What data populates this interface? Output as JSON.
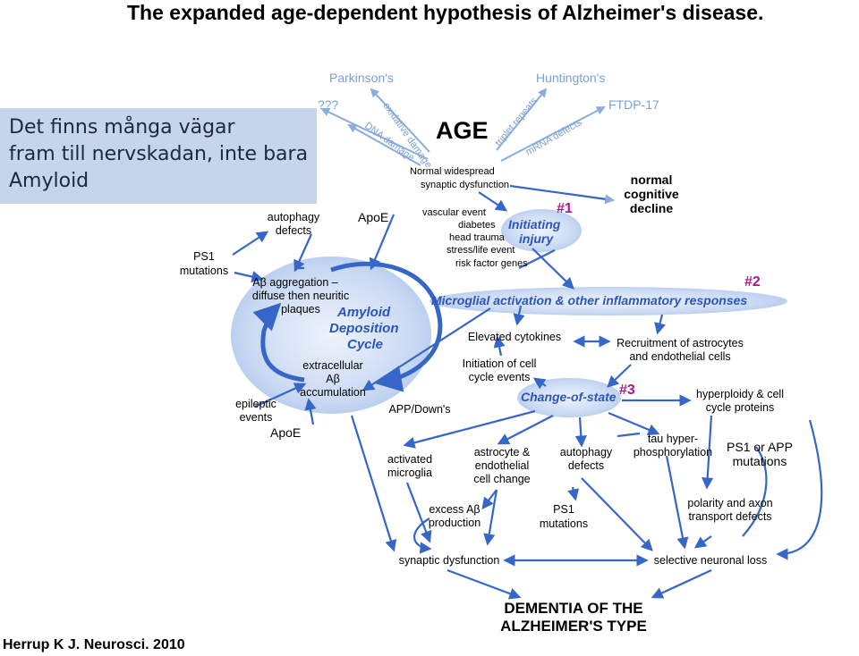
{
  "title": "The expanded age-dependent hypothesis of Alzheimer's disease.",
  "note_lines": [
    "Det finns många vägar",
    "fram till nervskadan, inte bara",
    "Amyloid"
  ],
  "citation": "Herrup K J. Neurosci. 2010",
  "diagram": {
    "age": "AGE",
    "top_diseases": {
      "parkinsons": "Parkinson's",
      "huntingtons": "Huntington's",
      "ftdp17": "FTDP-17",
      "unknown": "???"
    },
    "age_arrows": {
      "oxidative": "oxidative damage",
      "dna": "DNA damage",
      "triplet": "triplet repeats",
      "mrna": "mRNA defects"
    },
    "normal_widespread": [
      "Normal widespread",
      "synaptic dysfunction"
    ],
    "normal_decline": [
      "normal",
      "cognitive",
      "decline"
    ],
    "badge_1": "#1",
    "badge_2": "#2",
    "badge_3": "#3",
    "initiating_injury": [
      "Initiating",
      "injury"
    ],
    "injury_events": [
      "vascular event",
      "diabetes",
      "head trauma",
      "stress/life event",
      "risk factor genes"
    ],
    "apoe_top": "ApoE",
    "autophagy_top": [
      "autophagy",
      "defects"
    ],
    "ps1_left": [
      "PS1",
      "mutations"
    ],
    "abeta_aggregation": [
      "Aβ aggregation –",
      "diffuse then neuritic",
      "plaques"
    ],
    "amyloid_cycle": [
      "Amyloid",
      "Deposition",
      "Cycle"
    ],
    "extracellular": [
      "extracellular",
      "Aβ",
      "accumulation"
    ],
    "epileptic": [
      "epileptic",
      "events"
    ],
    "apoe_bottom": "ApoE",
    "app_down": "APP/Down's",
    "microglial": "Microglial activation & other inflammatory responses",
    "elevated_cytokines": "Elevated cytokines",
    "recruitment": [
      "Recruitment of astrocytes",
      "and endothelial cells"
    ],
    "cell_cycle": [
      "Initiation of cell",
      "cycle events"
    ],
    "change_of_state": "Change-of-state",
    "hyperploidy": [
      "hyperploidy & cell",
      "cycle proteins"
    ],
    "activated_microglia": [
      "activated",
      "microglia"
    ],
    "astrocyte_change": [
      "astrocyte &",
      "endothelial",
      "cell change"
    ],
    "autophagy_bottom": [
      "autophagy",
      "defects"
    ],
    "tau": [
      "tau hyper-",
      "phosphorylation"
    ],
    "ps1_app": [
      "PS1 or APP",
      "mutations"
    ],
    "excess_abeta": [
      "excess Aβ",
      "production"
    ],
    "ps1_bottom": [
      "PS1",
      "mutations"
    ],
    "polarity": [
      "polarity and axon",
      "transport defects"
    ],
    "synaptic_dysfunction": "synaptic dysfunction",
    "selective_loss": "selective neuronal loss",
    "dementia": [
      "DEMENTIA OF THE",
      "ALZHEIMER'S TYPE"
    ]
  },
  "colors": {
    "arrow": "#3566c8",
    "blob": "#c9d9f3",
    "badge": "#b0168c",
    "disease_text": "#7aa0d8",
    "note_bg": "#c6d5ea",
    "note_text": "#1c2940"
  }
}
